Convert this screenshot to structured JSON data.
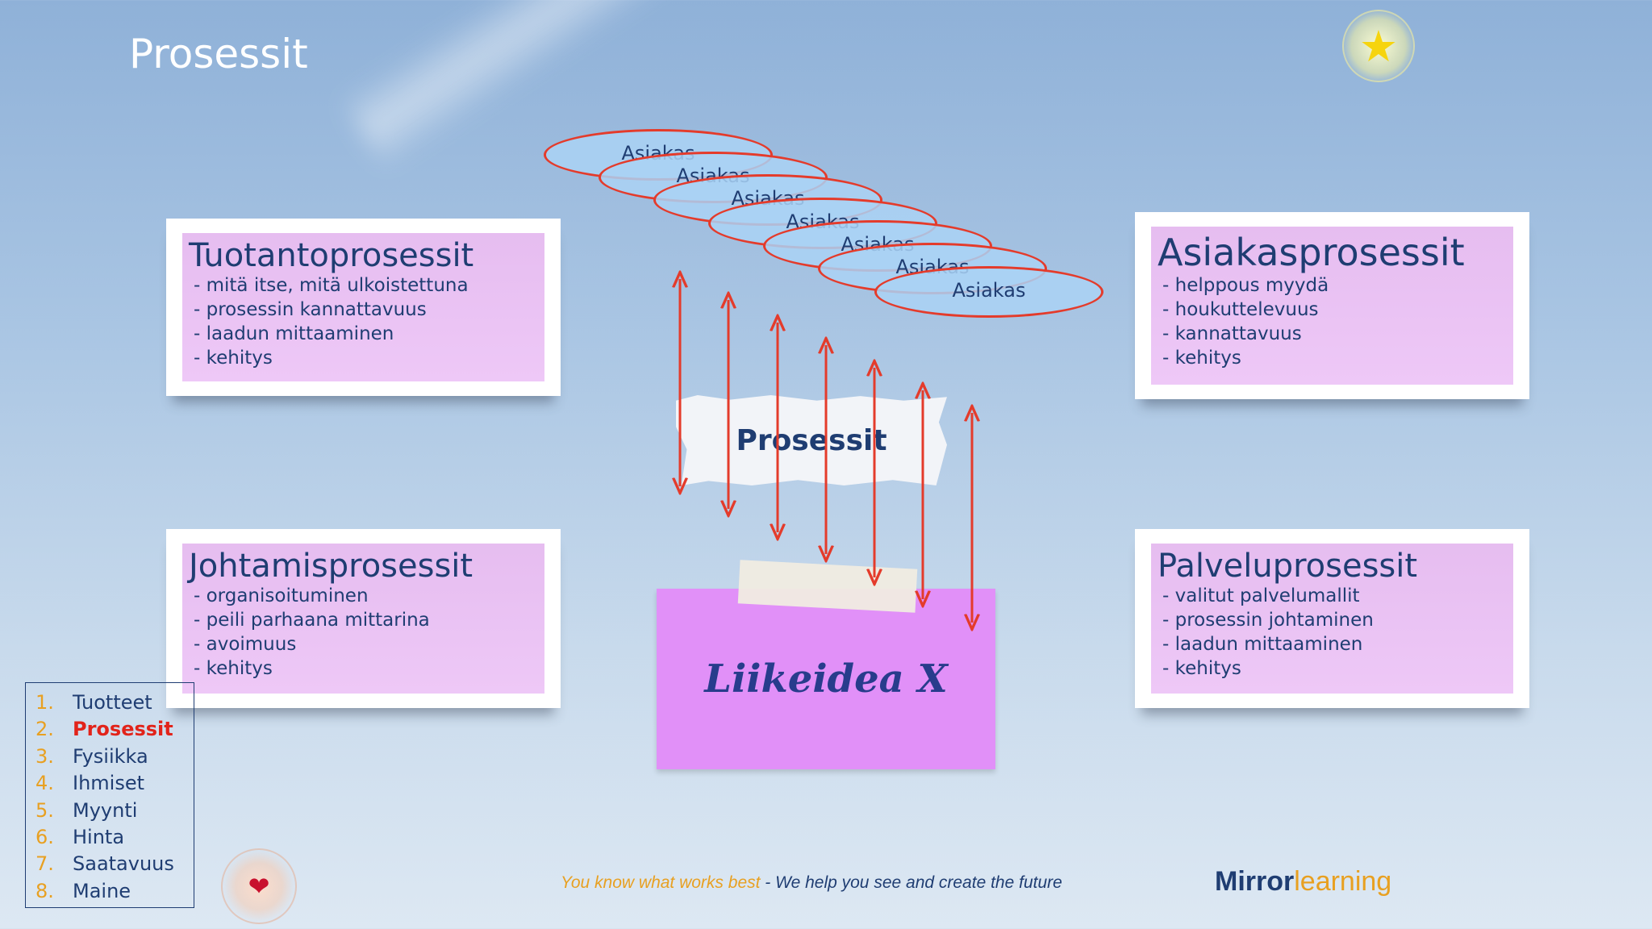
{
  "title": "Prosessit",
  "cards": {
    "tuotanto": {
      "head": "Tuotantoprosessit",
      "bullets": [
        "- mitä itse, mitä ulkoistettuna",
        "- prosessin kannattavuus",
        "- laadun mittaaminen",
        "- kehitys"
      ]
    },
    "asiakas": {
      "head": "Asiakasprosessit",
      "bullets": [
        "- helppous myydä",
        "- houkuttelevuus",
        "- kannattavuus",
        "- kehitys"
      ]
    },
    "johtamis": {
      "head": "Johtamisprosessit",
      "bullets": [
        "- organisoituminen",
        "- peili parhaana mittarina",
        "- avoimuus",
        "- kehitys"
      ]
    },
    "palvelu": {
      "head": "Palveluprosessit",
      "bullets": [
        "- valitut palvelumallit",
        "- prosessin johtaminen",
        "- laadun mittaaminen",
        "- kehitys"
      ]
    }
  },
  "customers": [
    "Asiakas",
    "Asiakas",
    "Asiakas",
    "Asiakas",
    "Asiakas",
    "Asiakas",
    "Asiakas"
  ],
  "center_label": "Prosessit",
  "note_label": "Liikeidea X",
  "toc": [
    {
      "num": "1.",
      "label": "Tuotteet"
    },
    {
      "num": "2.",
      "label": "Prosessit"
    },
    {
      "num": "3.",
      "label": "Fysiikka"
    },
    {
      "num": "4.",
      "label": "Ihmiset"
    },
    {
      "num": "5.",
      "label": "Myynti"
    },
    {
      "num": "6.",
      "label": "Hinta"
    },
    {
      "num": "7.",
      "label": "Saatavuus"
    },
    {
      "num": "8.",
      "label": "Maine"
    }
  ],
  "footer": {
    "part1": "You know what works best",
    "part2": " - We help you see and create the future"
  },
  "logo": {
    "part1": "Mirror",
    "part2": "learning"
  },
  "colors": {
    "accent_red": "#e43b2b",
    "text_blue": "#1f3d72",
    "note_pink": "#e190f8",
    "toc_number_orange": "#e8a021"
  },
  "icons": {
    "star": "star-icon",
    "heart": "heart-icon"
  }
}
